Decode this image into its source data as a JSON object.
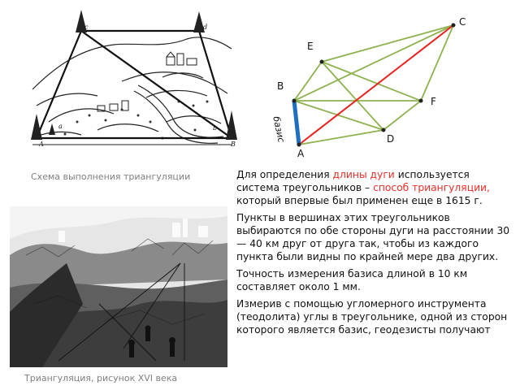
{
  "captions": {
    "scheme": "Схема выполнения триангуляции",
    "drawing": "Триангуляция, рисунок XVI века"
  },
  "diagram": {
    "points": {
      "C": "C",
      "E": "E",
      "B": "B",
      "F": "F",
      "D": "D",
      "A": "A"
    },
    "basis_label": "базис",
    "colors": {
      "edges": "#8db24e",
      "diagonal": "#e8221d",
      "basis": "#1f6fc1",
      "vertex": "#222222"
    }
  },
  "sketch": {
    "labels": {
      "c": "c",
      "d": "d",
      "a": "a",
      "b": "b",
      "A": "A",
      "B": "B"
    }
  },
  "paragraphs": {
    "p1_pre": "Для определения ",
    "p1_hl1": "длины дуги",
    "p1_mid": " используется система треугольников – ",
    "p1_hl2": "способ триангуляции,",
    "p1_post": " который впервые был применен еще в 1615 г.",
    "p2": "Пункты в вершинах этих треугольников выбираются по обе стороны дуги на расстоянии 30— 40 км друг от друга так, чтобы из каждого пункта были видны по крайней мере два других.",
    "p3": "Точность измерения базиса длиной в 10 км составляет около 1 мм.",
    "p4": "Измерив с помощью угломерного инструмента (теодолита) углы в треугольнике, одной из сторон которого является базис, геодезисты получают"
  }
}
